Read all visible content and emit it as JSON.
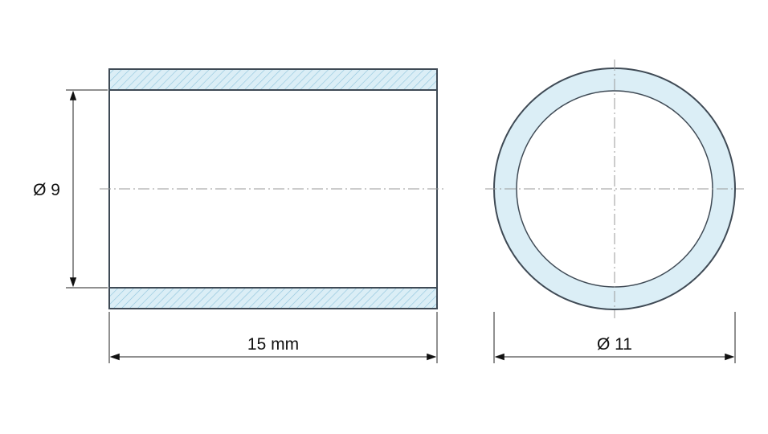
{
  "drawing": {
    "dimensions": {
      "inner_diameter": "Ø 9",
      "length": "15 mm",
      "outer_diameter": "Ø 11"
    },
    "colors": {
      "outline": "#3f4a55",
      "section_fill": "#dbeef6",
      "hatch": "#8cc3dc",
      "dimension_line": "#222222",
      "center_line": "#9a9a9a",
      "background": "#ffffff"
    }
  }
}
